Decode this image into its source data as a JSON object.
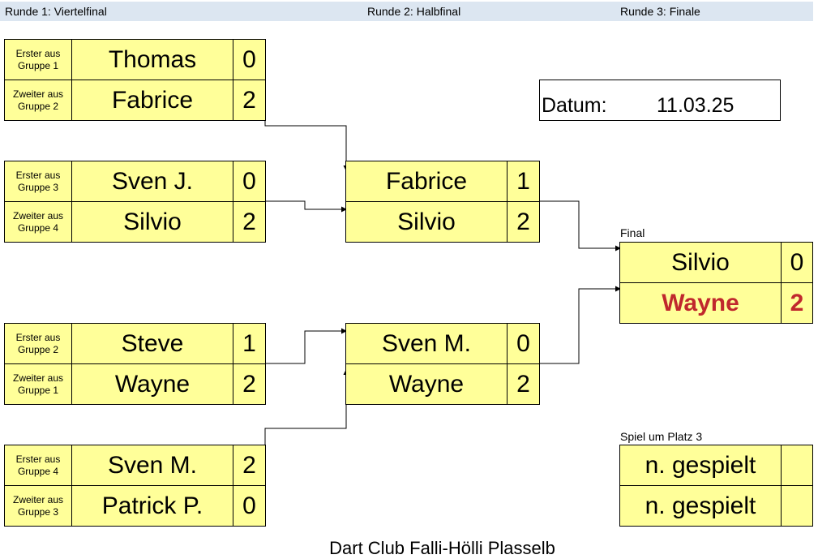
{
  "header": {
    "round1": "Runde 1:  Viertelfinal",
    "round2": "Runde 2:  Halbfinal",
    "round3": "Runde 3: Finale"
  },
  "quarterfinals": [
    {
      "top": {
        "label1": "Erster aus",
        "label2": "Gruppe 1",
        "name": "Thomas",
        "score": "0"
      },
      "bottom": {
        "label1": "Zweiter aus",
        "label2": "Gruppe 2",
        "name": "Fabrice",
        "score": "2"
      }
    },
    {
      "top": {
        "label1": "Erster aus",
        "label2": "Gruppe 3",
        "name": "Sven J.",
        "score": "0"
      },
      "bottom": {
        "label1": "Zweiter aus",
        "label2": "Gruppe 4",
        "name": "Silvio",
        "score": "2"
      }
    },
    {
      "top": {
        "label1": "Erster aus",
        "label2": "Gruppe 2",
        "name": "Steve",
        "score": "1"
      },
      "bottom": {
        "label1": "Zweiter aus",
        "label2": "Gruppe 1",
        "name": "Wayne",
        "score": "2"
      }
    },
    {
      "top": {
        "label1": "Erster aus",
        "label2": "Gruppe 4",
        "name": "Sven M.",
        "score": "2"
      },
      "bottom": {
        "label1": "Zweiter aus",
        "label2": "Gruppe 3",
        "name": "Patrick P.",
        "score": "0"
      }
    }
  ],
  "semifinals": [
    {
      "top": {
        "name": "Fabrice",
        "score": "1"
      },
      "bottom": {
        "name": "Silvio",
        "score": "2"
      }
    },
    {
      "top": {
        "name": "Sven M.",
        "score": "0"
      },
      "bottom": {
        "name": "Wayne",
        "score": "2"
      }
    }
  ],
  "final": {
    "caption": "Final",
    "top": {
      "name": "Silvio",
      "score": "0"
    },
    "bottom": {
      "name": "Wayne",
      "score": "2"
    },
    "winner_color": "#c0282d"
  },
  "third_place": {
    "caption": "Spiel um Platz 3",
    "top": {
      "name": "n. gespielt",
      "score": ""
    },
    "bottom": {
      "name": "n. gespielt",
      "score": ""
    }
  },
  "date": {
    "label": "Datum:",
    "value": "11.03.25"
  },
  "footer": "Dart Club Falli-Hölli Plasselb",
  "colors": {
    "cell_fill": "#ffff99",
    "header_fill": "#dce6f1"
  }
}
